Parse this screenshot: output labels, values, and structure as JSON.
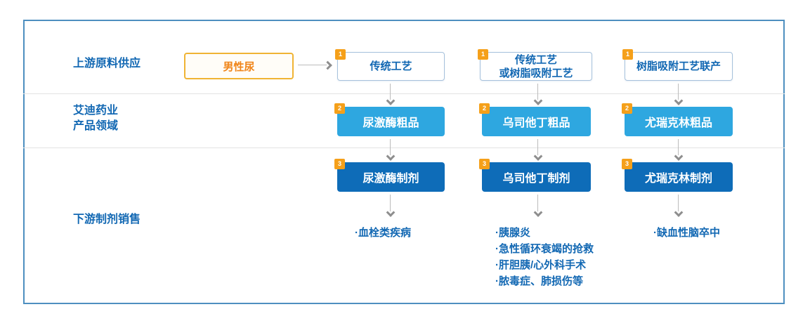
{
  "palette": {
    "frame_blue": "#4e8fc0",
    "label_blue": "#1268b3",
    "light_blue_box": "#2ea7e0",
    "dark_blue_box": "#0e6cb8",
    "badge_orange": "#f5a01a",
    "source_border_gold": "#f0b434",
    "source_text_orange": "#f08519",
    "arrow_gray": "#8e8e8e"
  },
  "rows": {
    "upstream_label": "上游原料供应",
    "company_label_line1": "艾迪药业",
    "company_label_line2": "产品领域",
    "downstream_label": "下游制剂销售"
  },
  "source": {
    "label": "男性尿"
  },
  "columns": [
    {
      "process": {
        "badge": "1",
        "lines": [
          "传统工艺"
        ]
      },
      "crude": {
        "badge": "2",
        "label": "尿激酶粗品"
      },
      "formulation": {
        "badge": "3",
        "label": "尿激酶制剂"
      },
      "indications": [
        "·血栓类疾病"
      ]
    },
    {
      "process": {
        "badge": "1",
        "lines": [
          "传统工艺",
          "或树脂吸附工艺"
        ]
      },
      "crude": {
        "badge": "2",
        "label": "乌司他丁粗品"
      },
      "formulation": {
        "badge": "3",
        "label": "乌司他丁制剂"
      },
      "indications": [
        "·胰腺炎",
        "·急性循环衰竭的抢救",
        "·肝胆胰/心外科手术",
        "·脓毒症、肺损伤等"
      ]
    },
    {
      "process": {
        "badge": "1",
        "lines": [
          "树脂吸附工艺联产"
        ]
      },
      "crude": {
        "badge": "2",
        "label": "尤瑞克林粗品"
      },
      "formulation": {
        "badge": "3",
        "label": "尤瑞克林制剂"
      },
      "indications": [
        "·缺血性脑卒中"
      ]
    }
  ]
}
